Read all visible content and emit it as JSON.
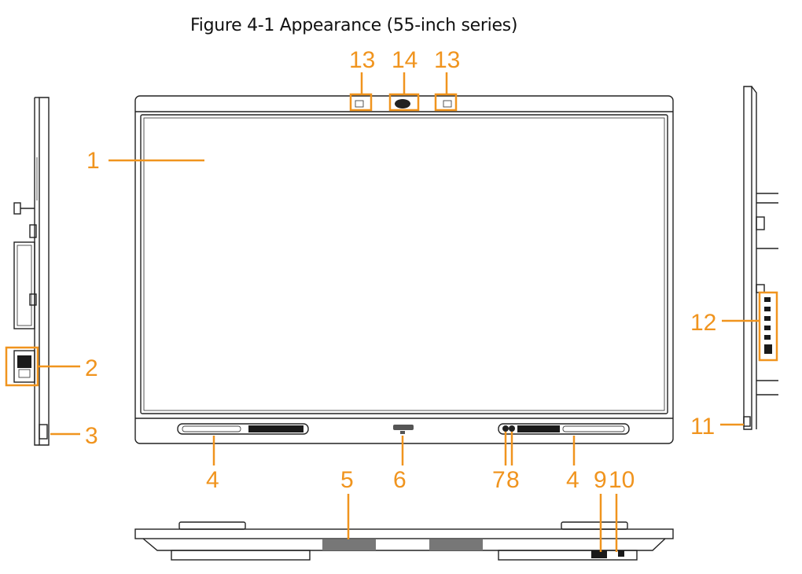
{
  "figure": {
    "title": "Figure 4-1 Appearance (55-inch series)"
  },
  "callouts": {
    "screen": "1",
    "power_socket": "2",
    "side_bottom": "3",
    "handle_left": "4",
    "handle_right": "4",
    "bottom_speaker": "5",
    "logo": "6",
    "button_7": "7",
    "button_8": "8",
    "bottom_port_9": "9",
    "bottom_port_10": "10",
    "side_port_11": "11",
    "side_ports": "12",
    "mic_left": "13",
    "camera": "14",
    "mic_right": "13"
  },
  "colors": {
    "callout": "#f0941e",
    "outline": "#222222"
  }
}
